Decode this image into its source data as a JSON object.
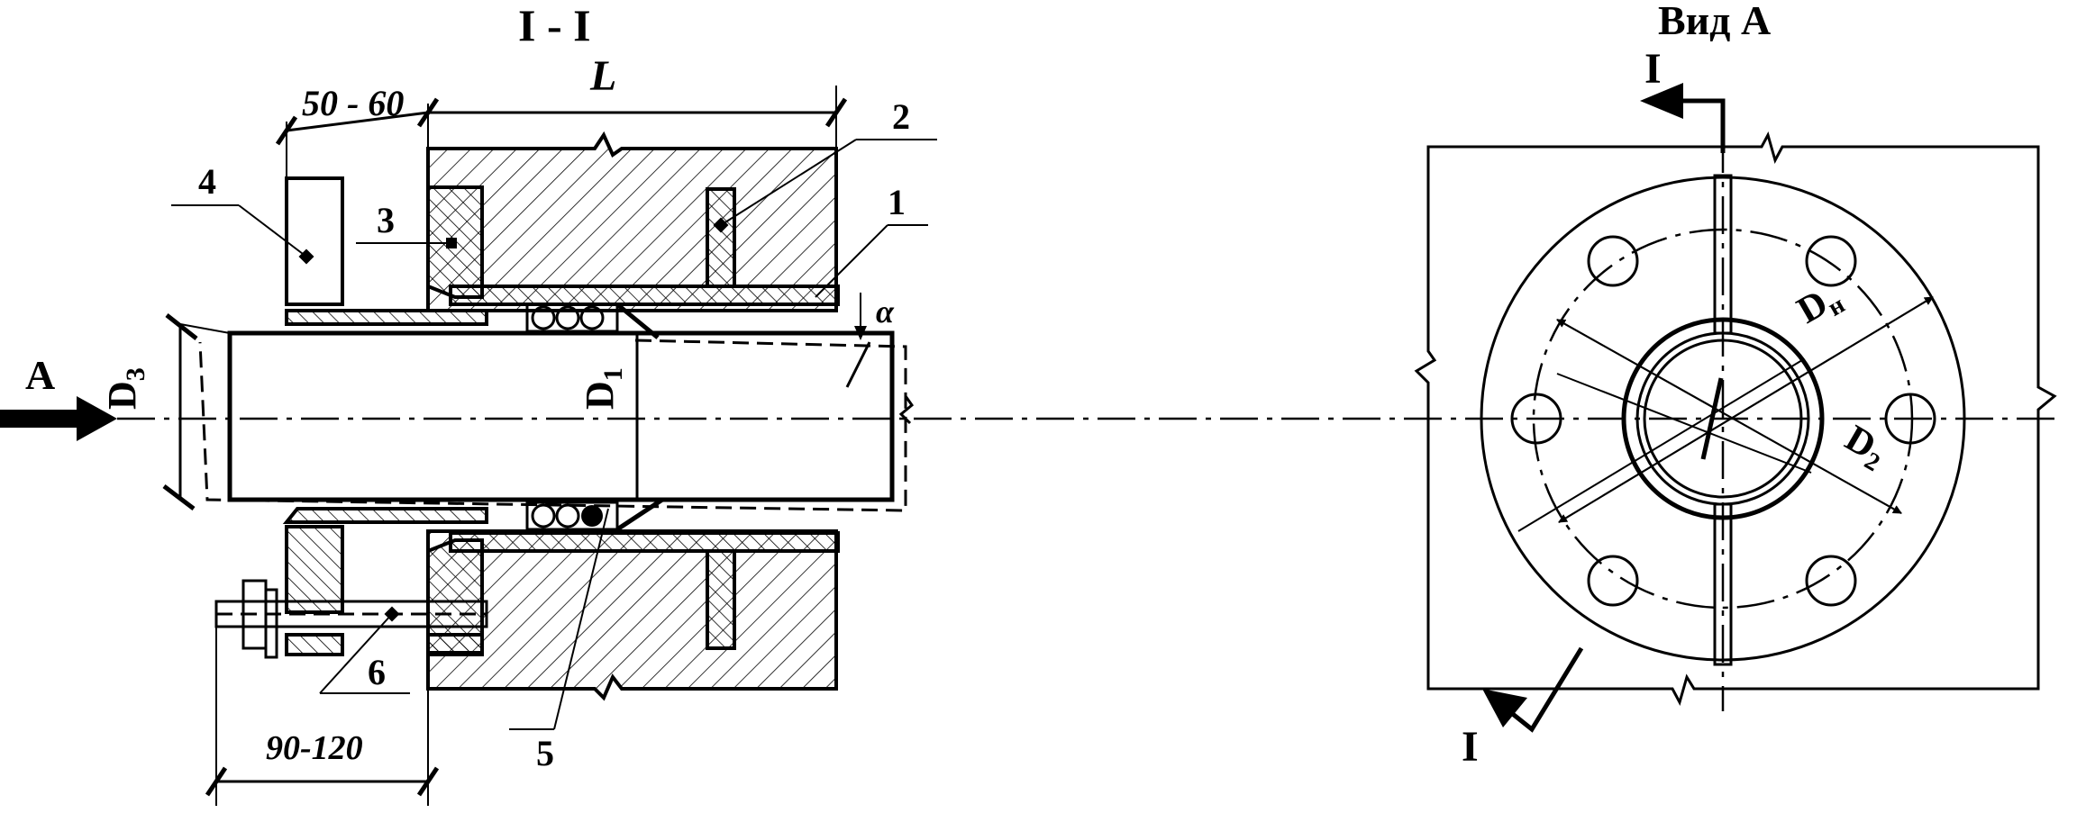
{
  "labels": {
    "section_title": "I - I",
    "view_title": "Вид А",
    "dim_top": "50 - 60",
    "dim_length": "L",
    "dim_bottom": "90-120",
    "d3": "D",
    "d3_sub": "3",
    "d1": "D",
    "d1_sub": "1",
    "dn": "D",
    "dn_sub": "н",
    "d2": "D",
    "d2_sub": "2",
    "alpha": "α",
    "view_arrow": "А",
    "section_mark_top": "I",
    "section_mark_bottom": "I",
    "callouts": [
      "1",
      "2",
      "3",
      "4",
      "5",
      "6"
    ]
  }
}
